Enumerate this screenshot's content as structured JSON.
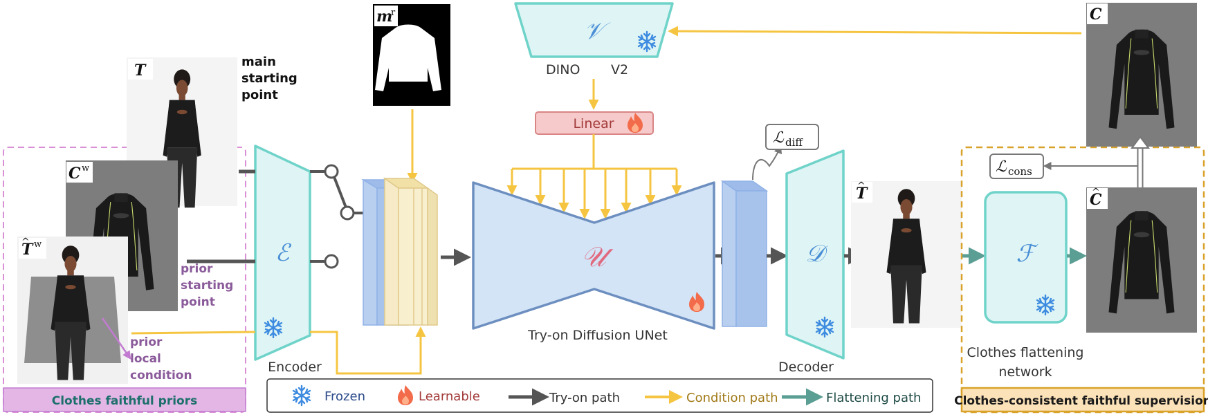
{
  "labels": {
    "T": "T",
    "Cw": "C",
    "Cw_sup": "w",
    "Tw": "T",
    "Tw_sup": "w",
    "mr": "m",
    "mr_sup": "r",
    "C_top": "C",
    "T_hat": "T",
    "C_hat": "C",
    "main_start": [
      "main",
      "starting",
      "point"
    ],
    "prior_start": [
      "prior",
      "starting",
      "point"
    ],
    "prior_local": [
      "prior",
      "local",
      "condition"
    ],
    "encoder_symbol": "ℰ",
    "encoder_label": "Encoder",
    "V_symbol": "𝒱",
    "dino_left": "DINO",
    "dino_right": "V2",
    "linear_label": "Linear",
    "U_symbol": "𝒰",
    "unet_label": "Try-on Diffusion UNet",
    "D_symbol": "𝒟",
    "decoder_label": "Decoder",
    "F_symbol": "ℱ",
    "flatten_label": [
      "Clothes flattening",
      "network"
    ],
    "L_diff": "ℒ",
    "L_diff_sub": "diff",
    "L_cons": "ℒ",
    "L_cons_sub": "cons",
    "priors_banner": "Clothes faithful priors",
    "supervision_banner": "Clothes-consistent faithful supervision"
  },
  "legend": {
    "frozen": "Frozen",
    "learnable": "Learnable",
    "tryon": "Try-on path",
    "condition": "Condition path",
    "flatten": "Flattening path"
  },
  "colors": {
    "teal_fill": "#dff5f5",
    "teal_stroke": "#6fd3c9",
    "blue_fill": "#d3e4f7",
    "blue_stroke": "#6d8fc0",
    "yellow_path": "#f5c542",
    "gray_path": "#555555",
    "green_path": "#5a9e94",
    "purple": "#8a5a9a",
    "orange_border": "#d9a22a",
    "pink_dashed": "#d88fd6",
    "linear_fill": "#f6caca",
    "linear_stroke": "#d98585",
    "flame": "#f26b4a",
    "snow": "#3d8be0"
  }
}
